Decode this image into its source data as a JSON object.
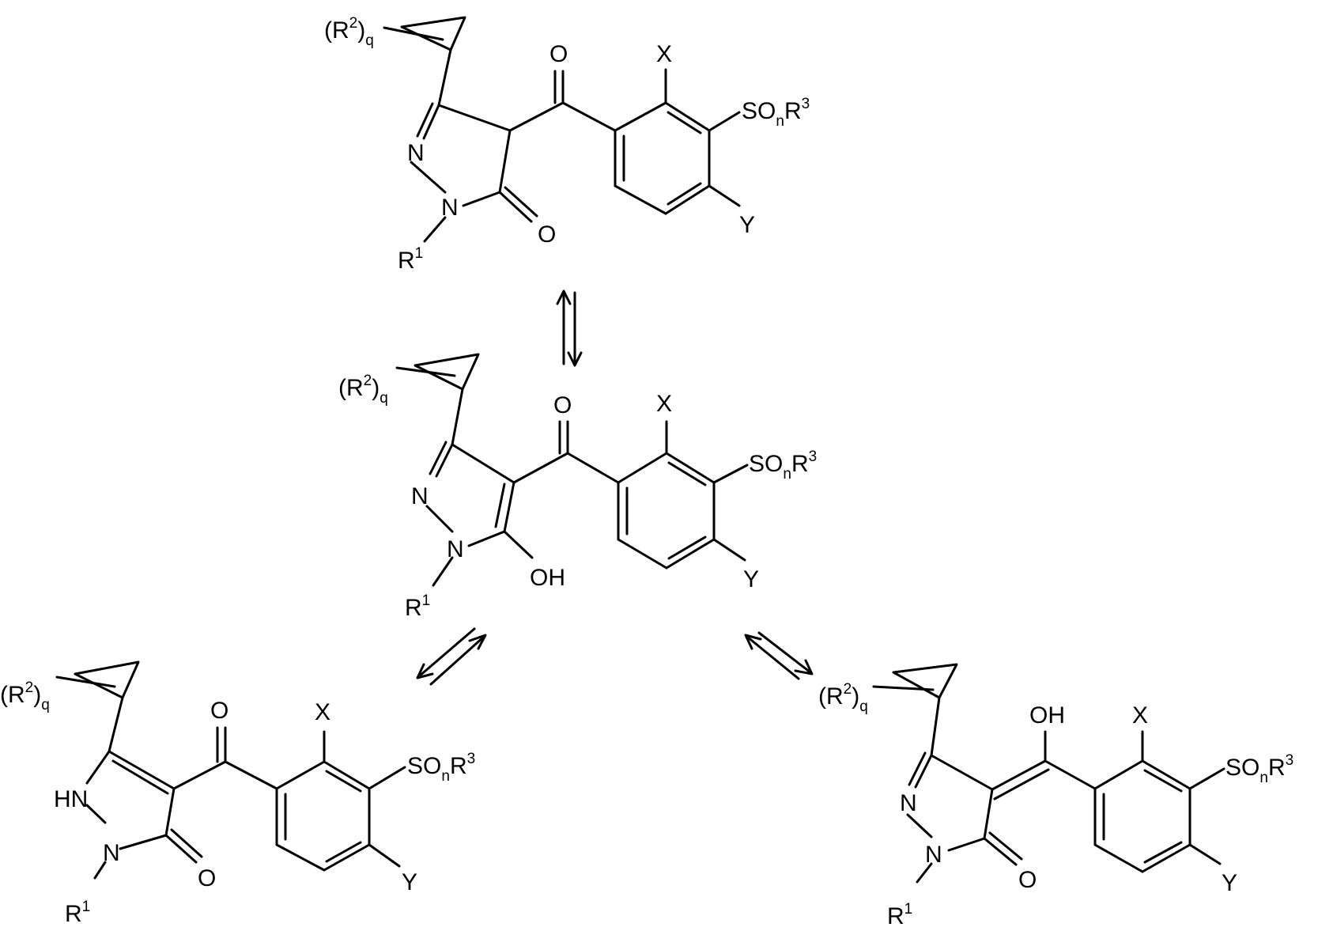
{
  "structure_labels": {
    "O": "O",
    "OH": "OH",
    "HN": "HN",
    "N": "N",
    "X": "X",
    "Y": "Y",
    "R2_group": {
      "open": "(R",
      "sup": "2",
      "close": ")",
      "sub": "q"
    },
    "R1_group": {
      "main": "R",
      "sup": "1"
    },
    "SO_group": {
      "S_O": "SO",
      "sub_n": "n",
      "R": "R",
      "sup_3": "3"
    }
  },
  "structures": [
    {
      "id": "keto-4H-tautomer",
      "position": "top"
    },
    {
      "id": "5-hydroxy-pyrazole-tautomer",
      "position": "middle"
    },
    {
      "id": "NH-pyrazolone-tautomer",
      "position": "bottom-left"
    },
    {
      "id": "exocyclic-enol-tautomer",
      "position": "bottom-right"
    }
  ],
  "equilibria": [
    {
      "from": "keto-4H-tautomer",
      "to": "5-hydroxy-pyrazole-tautomer"
    },
    {
      "from": "5-hydroxy-pyrazole-tautomer",
      "to": "NH-pyrazolone-tautomer"
    },
    {
      "from": "5-hydroxy-pyrazole-tautomer",
      "to": "exocyclic-enol-tautomer"
    }
  ],
  "colors": {
    "ink": "#000000",
    "background": "#ffffff"
  }
}
